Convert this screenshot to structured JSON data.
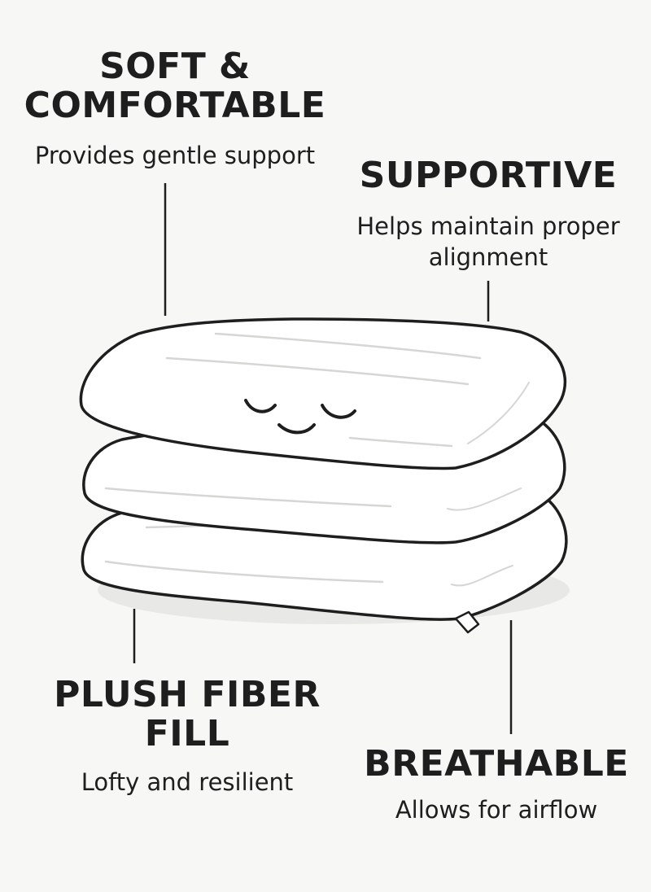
{
  "features": {
    "soft": {
      "title_lines": [
        "SOFT &",
        "COMFORTABLE"
      ],
      "desc_lines": [
        "Provides gentle support"
      ]
    },
    "supportive": {
      "title_lines": [
        "SUPPORTIVE"
      ],
      "desc_lines": [
        "Helps maintain proper",
        "alignment"
      ]
    },
    "plush": {
      "title_lines": [
        "PLUSH FIBER",
        "FILL"
      ],
      "desc_lines": [
        "Lofty and resilient"
      ]
    },
    "breathable": {
      "title_lines": [
        "BREATHABLE"
      ],
      "desc_lines": [
        "Allows for airflow"
      ]
    }
  },
  "colors": {
    "background": "#f7f7f5",
    "ink": "#1e1e1e",
    "pillow_fill": "#ffffff",
    "shadow": "#e8e8e6"
  },
  "illustration": {
    "subject": "stack of three pillows",
    "pillow_count": 3,
    "face_icon": "smiling-sleeping-face-icon"
  }
}
